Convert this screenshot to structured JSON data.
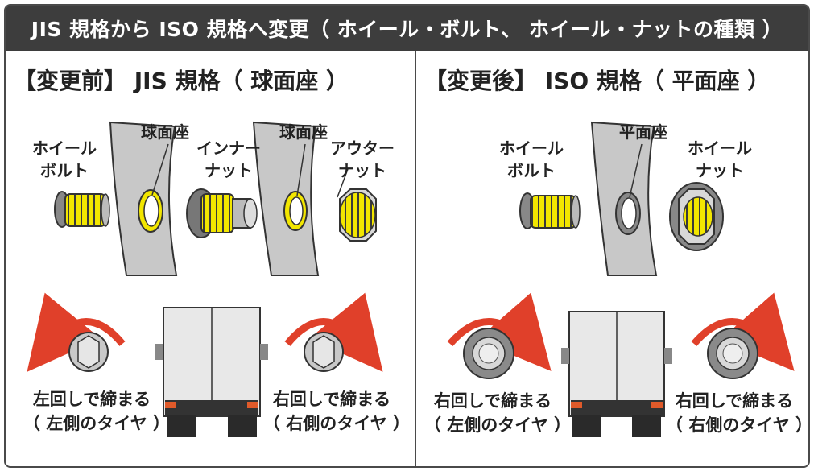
{
  "title": "JIS 規格から ISO 規格へ変更（ ホイール・ボルト、 ホイール・ナットの種類 ）",
  "before": {
    "heading": "【変更前】 JIS 規格（ 球面座 ）",
    "labels": {
      "wheel_bolt": "ホイール\nボルト",
      "seat_1": "球面座",
      "inner_nut": "インナー\nナット",
      "seat_2": "球面座",
      "outer_nut": "アウター\nナット"
    },
    "left_caption": [
      "左回しで締まる",
      "（ 左側のタイヤ ）"
    ],
    "right_caption": [
      "右回しで締まる",
      "（ 右側のタイヤ ）"
    ]
  },
  "after": {
    "heading": "【変更後】 ISO 規格（ 平面座 ）",
    "labels": {
      "wheel_bolt": "ホイール\nボルト",
      "seat": "平面座",
      "wheel_nut": "ホイール\nナット"
    },
    "left_caption": [
      "右回しで締まる",
      "（ 左側のタイヤ ）"
    ],
    "right_caption": [
      "右回しで締まる",
      "（ 右側のタイヤ ）"
    ]
  },
  "colors": {
    "header_bg": "#3d3d3d",
    "bolt_yellow": "#f2e600",
    "arrow_red": "#e0402a",
    "hub_gray": "#c8c8c8"
  },
  "icons": [
    "bolt-icon",
    "hub-icon",
    "inner-nut-icon",
    "outer-nut-icon",
    "wheel-nut-icon",
    "arrow-counterclockwise-icon",
    "arrow-clockwise-icon",
    "truck-rear-icon",
    "hex-nut-icon"
  ]
}
